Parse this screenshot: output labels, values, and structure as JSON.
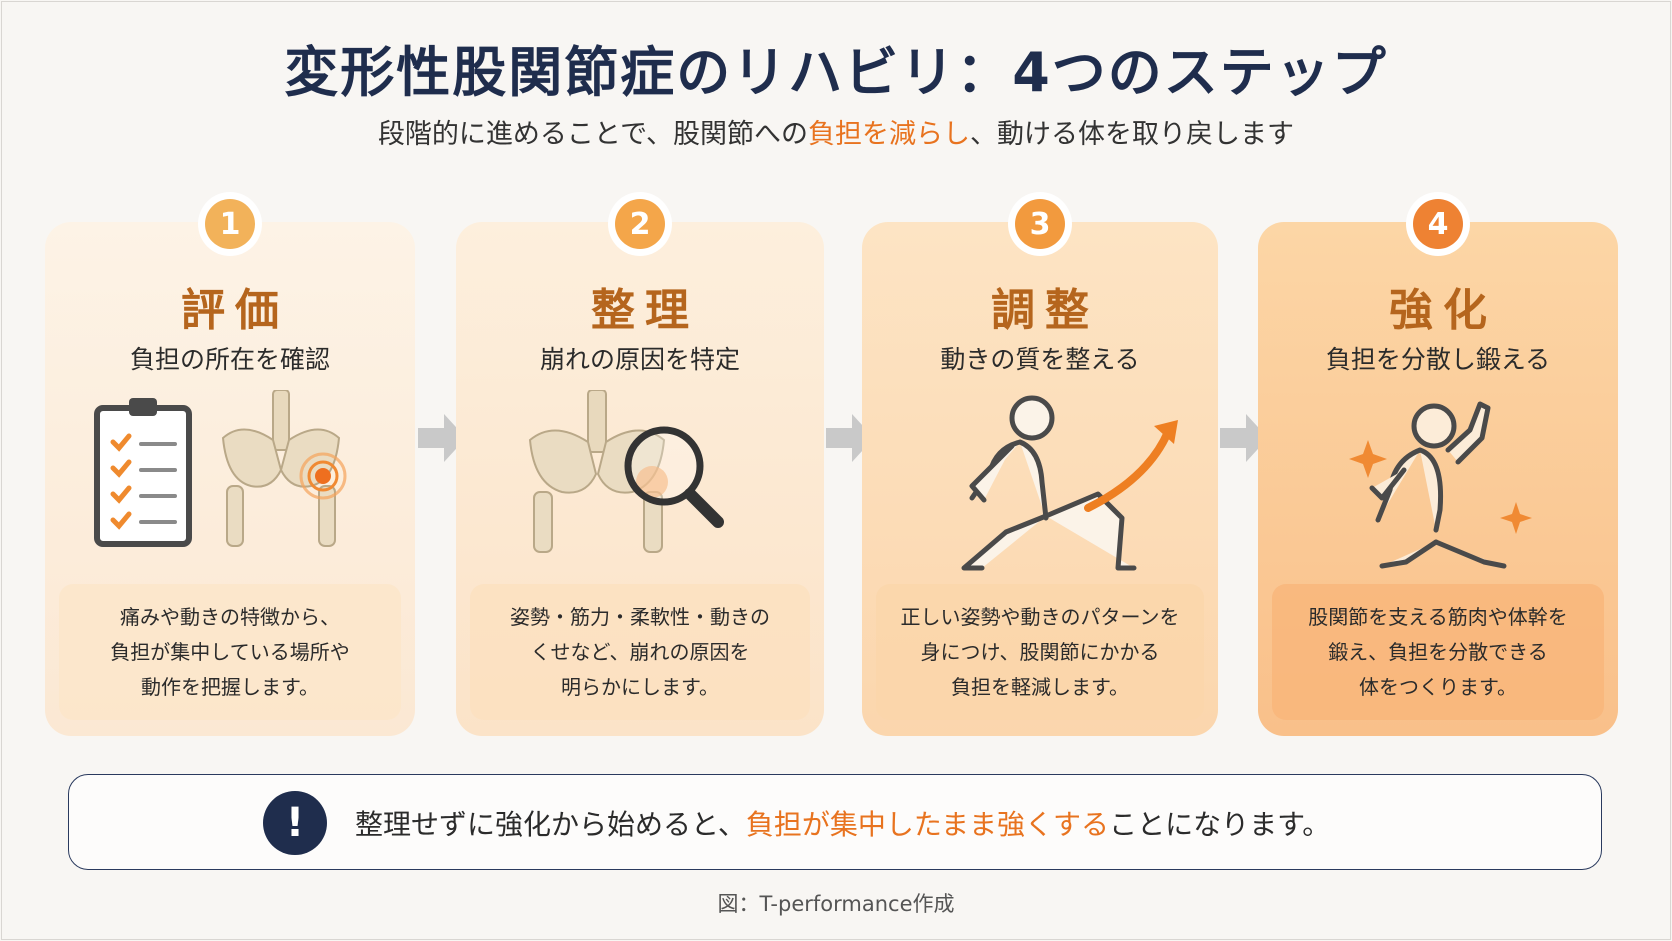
{
  "title": "変形性股関節症のリハビリ：4つのステップ",
  "subtitle": {
    "before": "段階的に進めることで、股関節への",
    "highlight": "負担を減らし",
    "after": "、動ける体を取り戻します"
  },
  "steps": [
    {
      "number": "1",
      "title": "評価",
      "subtitle": "負担の所在を確認",
      "desc": [
        "痛みや動きの特徴から、",
        "負担が集中している場所や",
        "動作を把握します。"
      ],
      "icons": [
        "clipboard-checklist-icon",
        "pelvis-pain-icon"
      ]
    },
    {
      "number": "2",
      "title": "整理",
      "subtitle": "崩れの原因を特定",
      "desc": [
        "姿勢・筋力・柔軟性・動きの",
        "くせなど、崩れの原因を",
        "明らかにします。"
      ],
      "icons": [
        "pelvis-icon",
        "magnifier-icon"
      ]
    },
    {
      "number": "3",
      "title": "調整",
      "subtitle": "動きの質を整える",
      "desc": [
        "正しい姿勢や動きのパターンを",
        "身につけ、股関節にかかる",
        "負担を軽減します。"
      ],
      "icons": [
        "lunging-person-icon",
        "curved-arrow-icon"
      ]
    },
    {
      "number": "4",
      "title": "強化",
      "subtitle": "負担を分散し鍛える",
      "desc": [
        "股関節を支える筋肉や体幹を",
        "鍛え、負担を分散できる",
        "体をつくります。"
      ],
      "icons": [
        "strong-person-icon",
        "sparkle-icon"
      ]
    }
  ],
  "note": {
    "icon": "exclamation-icon",
    "before": "整理せずに強化から始めると、",
    "highlight": "負担が集中したまま強くする",
    "after": "ことになります。"
  },
  "caption": "図：T-performance作成",
  "colors": {
    "navy": "#1f2d4d",
    "accent_orange": "#e8731f",
    "step_title": "#b5651d"
  }
}
